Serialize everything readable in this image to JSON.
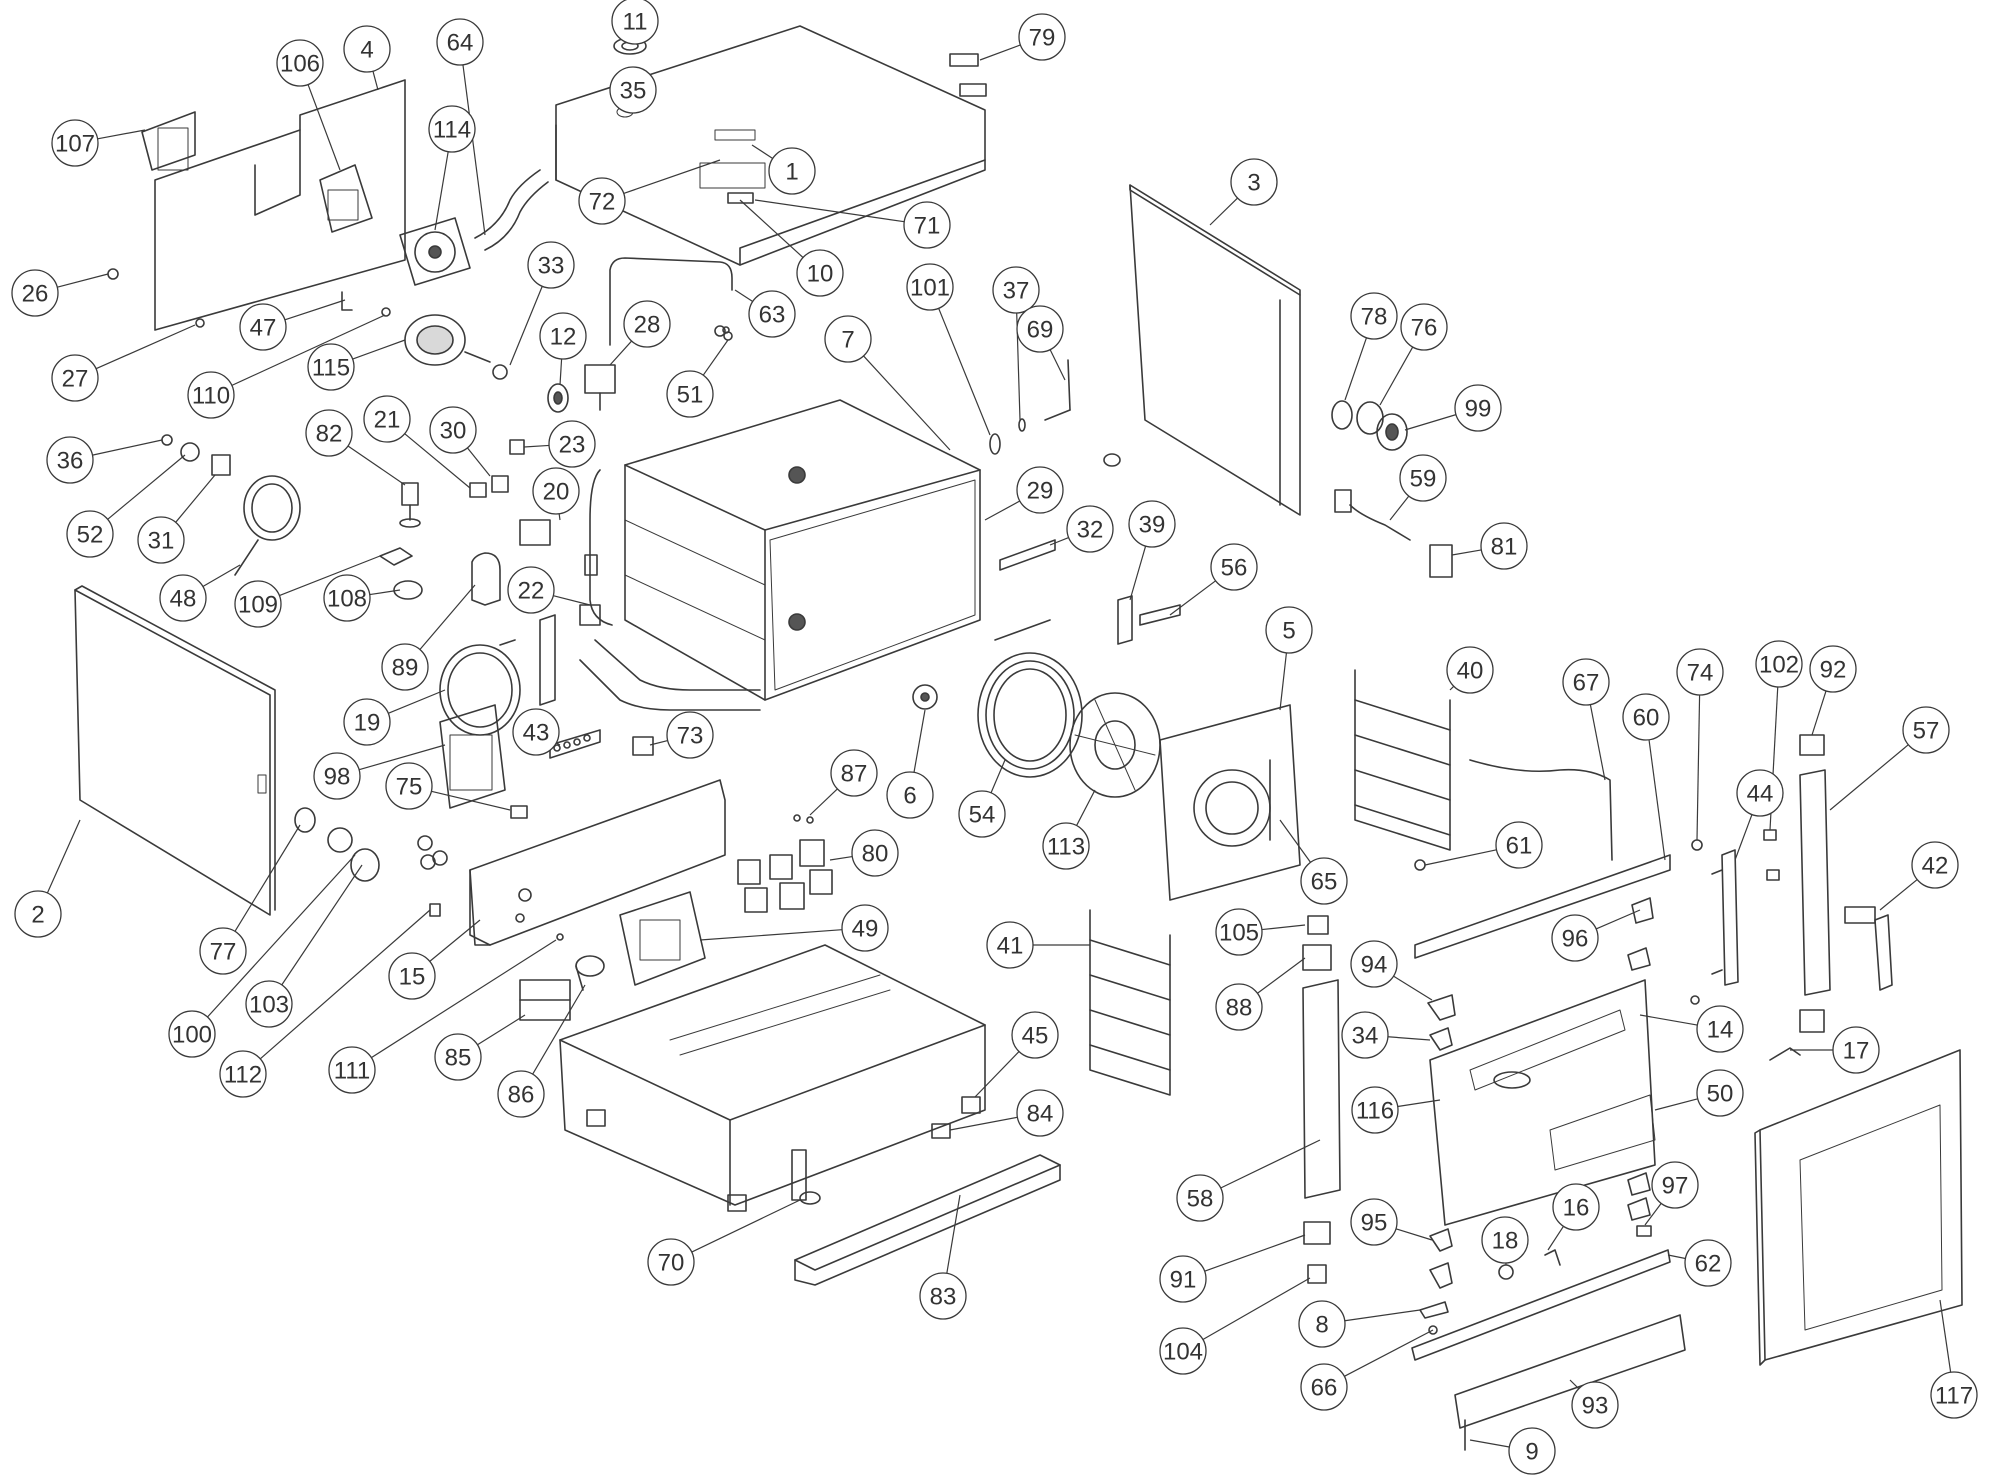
{
  "callouts": [
    {
      "n": "1"
    },
    {
      "n": "2"
    },
    {
      "n": "3"
    },
    {
      "n": "4"
    },
    {
      "n": "5"
    },
    {
      "n": "6"
    },
    {
      "n": "7"
    },
    {
      "n": "8"
    },
    {
      "n": "9"
    },
    {
      "n": "10"
    },
    {
      "n": "11"
    },
    {
      "n": "12"
    },
    {
      "n": "14"
    },
    {
      "n": "15"
    },
    {
      "n": "16"
    },
    {
      "n": "17"
    },
    {
      "n": "18"
    },
    {
      "n": "19"
    },
    {
      "n": "20"
    },
    {
      "n": "21"
    },
    {
      "n": "22"
    },
    {
      "n": "23"
    },
    {
      "n": "26"
    },
    {
      "n": "27"
    },
    {
      "n": "28"
    },
    {
      "n": "29"
    },
    {
      "n": "30"
    },
    {
      "n": "31"
    },
    {
      "n": "32"
    },
    {
      "n": "33"
    },
    {
      "n": "34"
    },
    {
      "n": "35"
    },
    {
      "n": "36"
    },
    {
      "n": "37"
    },
    {
      "n": "39"
    },
    {
      "n": "40"
    },
    {
      "n": "41"
    },
    {
      "n": "42"
    },
    {
      "n": "43"
    },
    {
      "n": "44"
    },
    {
      "n": "45"
    },
    {
      "n": "47"
    },
    {
      "n": "48"
    },
    {
      "n": "49"
    },
    {
      "n": "50"
    },
    {
      "n": "51"
    },
    {
      "n": "52"
    },
    {
      "n": "54"
    },
    {
      "n": "56"
    },
    {
      "n": "57"
    },
    {
      "n": "58"
    },
    {
      "n": "59"
    },
    {
      "n": "60"
    },
    {
      "n": "61"
    },
    {
      "n": "62"
    },
    {
      "n": "63"
    },
    {
      "n": "64"
    },
    {
      "n": "65"
    },
    {
      "n": "66"
    },
    {
      "n": "67"
    },
    {
      "n": "69"
    },
    {
      "n": "70"
    },
    {
      "n": "71"
    },
    {
      "n": "72"
    },
    {
      "n": "73"
    },
    {
      "n": "74"
    },
    {
      "n": "75"
    },
    {
      "n": "76"
    },
    {
      "n": "77"
    },
    {
      "n": "78"
    },
    {
      "n": "79"
    },
    {
      "n": "80"
    },
    {
      "n": "81"
    },
    {
      "n": "82"
    },
    {
      "n": "83"
    },
    {
      "n": "84"
    },
    {
      "n": "85"
    },
    {
      "n": "86"
    },
    {
      "n": "87"
    },
    {
      "n": "88"
    },
    {
      "n": "89"
    },
    {
      "n": "91"
    },
    {
      "n": "92"
    },
    {
      "n": "93"
    },
    {
      "n": "94"
    },
    {
      "n": "95"
    },
    {
      "n": "96"
    },
    {
      "n": "97"
    },
    {
      "n": "98"
    },
    {
      "n": "99"
    },
    {
      "n": "100"
    },
    {
      "n": "101"
    },
    {
      "n": "102"
    },
    {
      "n": "103"
    },
    {
      "n": "104"
    },
    {
      "n": "105"
    },
    {
      "n": "106"
    },
    {
      "n": "107"
    },
    {
      "n": "108"
    },
    {
      "n": "109"
    },
    {
      "n": "110"
    },
    {
      "n": "111"
    },
    {
      "n": "112"
    },
    {
      "n": "113"
    },
    {
      "n": "114"
    },
    {
      "n": "115"
    },
    {
      "n": "116"
    },
    {
      "n": "117"
    }
  ],
  "colors": {
    "line": "#3a3a3a",
    "background": "#ffffff"
  }
}
